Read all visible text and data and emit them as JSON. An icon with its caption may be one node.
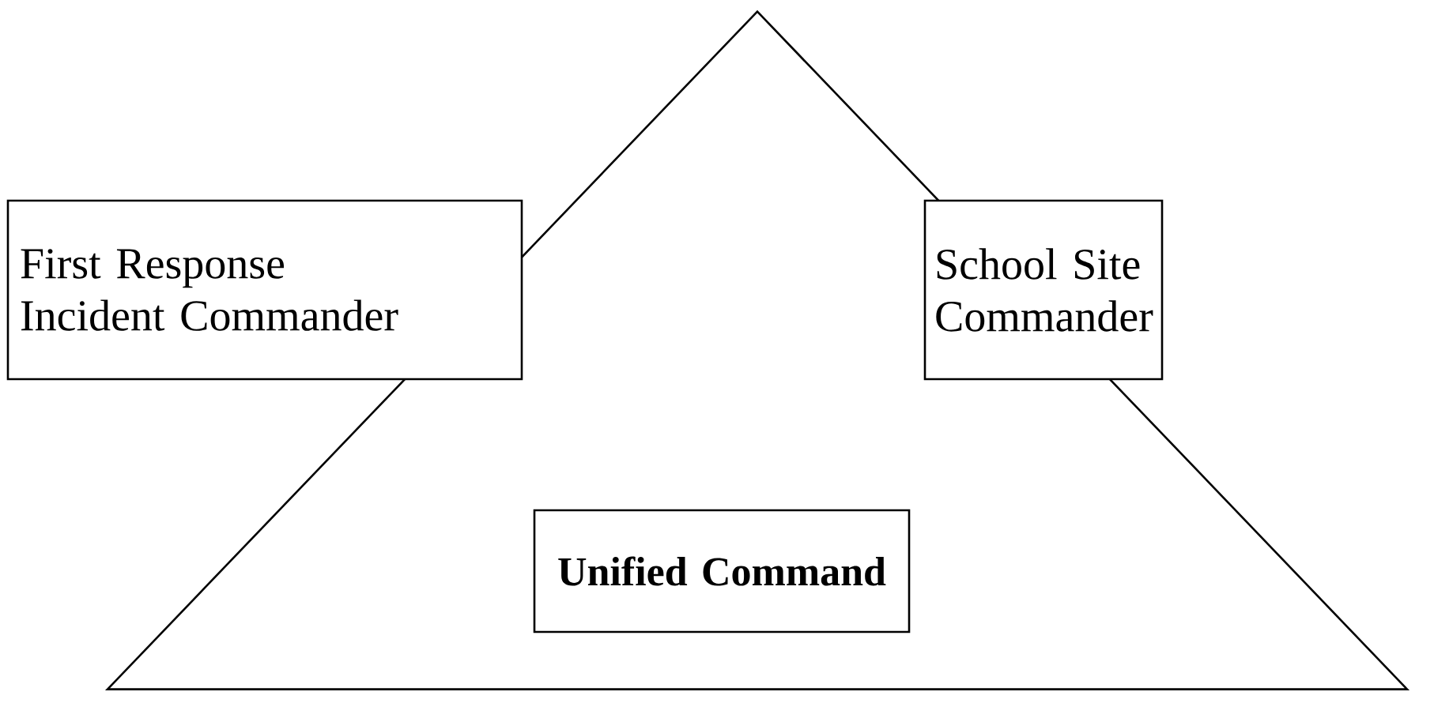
{
  "diagram": {
    "nodes": [
      {
        "text": [],
        "shape": "triangle"
      },
      {
        "text": [
          "First Response Incident Commander"
        ]
      },
      {
        "text": [
          "School Site Commander"
        ]
      },
      {
        "text": [
          "Unified Command"
        ],
        "in": 0
      }
    ]
  }
}
